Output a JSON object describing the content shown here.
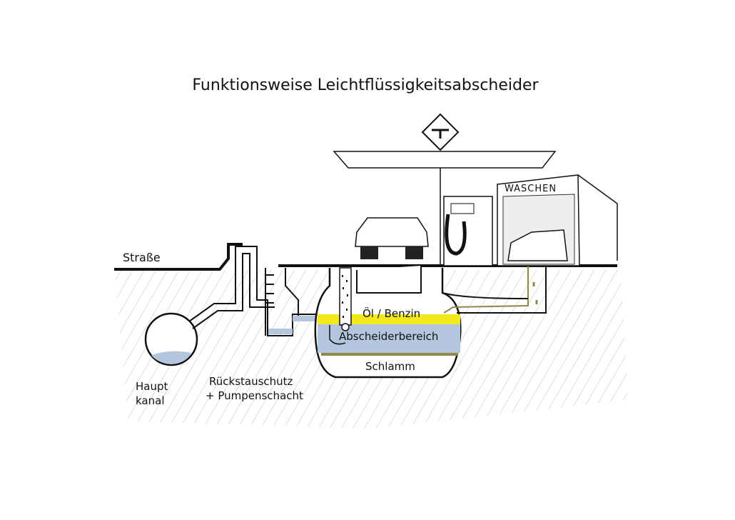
{
  "title": "Funktionsweise Leichtflüssigkeitsabscheider",
  "labels": {
    "street": "Straße",
    "car_wash": "WASCHEN",
    "oil_layer": "Öl / Benzin",
    "separator_zone": "Abscheiderbereich",
    "sludge": "Schlamm",
    "main_sewer_line1": "Haupt",
    "main_sewer_line2": "kanal",
    "backflow_line1": "Rückstauschutz",
    "backflow_line2": "+ Pumpenschacht"
  },
  "colors": {
    "oil": "#f2e81c",
    "water": "#b4c6de",
    "sludge": "#8f8848",
    "ink": "#111111"
  }
}
